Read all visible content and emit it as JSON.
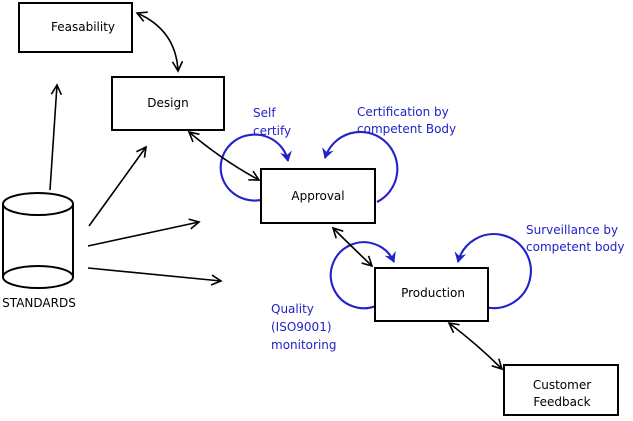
{
  "colors": {
    "ink": "#000000",
    "annotation": "#2222c8",
    "box_fill": "#ffffff",
    "background": "#ffffff"
  },
  "nodes": {
    "feasability": {
      "label": "Feasability"
    },
    "design": {
      "label": "Design"
    },
    "approval": {
      "label": "Approval"
    },
    "production": {
      "label": "Production"
    },
    "customer_feedback": {
      "line1": "Customer",
      "line2": "Feedback"
    },
    "standards": {
      "label": "STANDARDS"
    }
  },
  "annotations": {
    "self_certify": {
      "line1": "Self",
      "line2": "certify"
    },
    "certification": {
      "line1": "Certification by",
      "line2": "competent Body"
    },
    "surveillance": {
      "line1": "Surveillance by",
      "line2": "competent body"
    },
    "quality": {
      "line1": "Quality",
      "line2": "(ISO9001)",
      "line3": "monitoring"
    }
  }
}
